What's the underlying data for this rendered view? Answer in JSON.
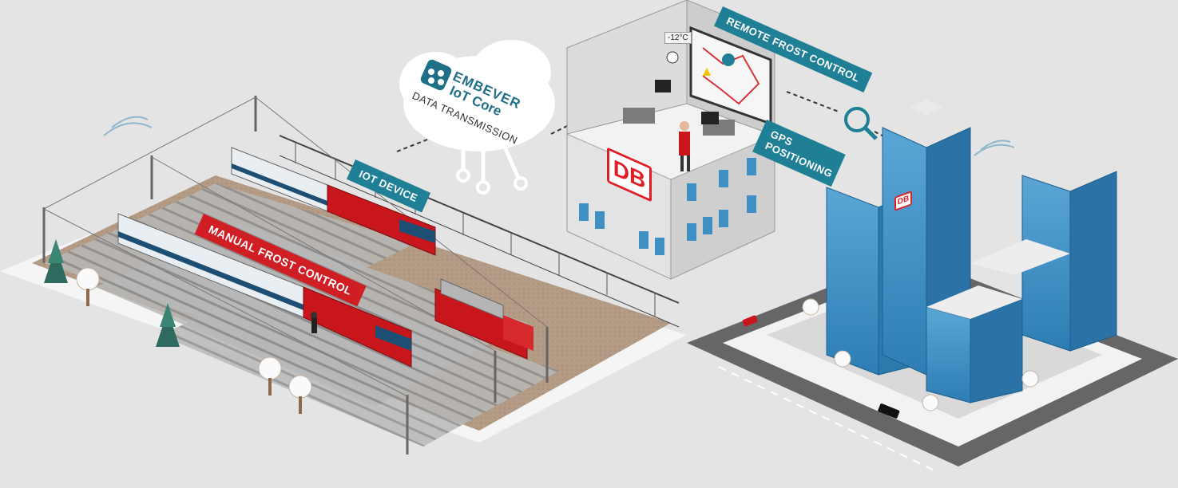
{
  "labels": {
    "brand_line1": "EMBEVER",
    "brand_line2": "IoT Core",
    "data_transmission": "DATA TRANSMISSION",
    "iot_device": "IOT DEVICE",
    "manual_frost_control": "MANUAL FROST CONTROL",
    "remote_frost_control": "REMOTE FROST CONTROL",
    "gps_positioning": "GPS POSITIONING",
    "db_logo": "DB",
    "temperature": "-12°C"
  },
  "colors": {
    "background": "#e4e4e4",
    "callout_teal": "#1f7f95",
    "callout_red": "#cf1f25",
    "train_red": "#c8161c",
    "building_blue": "#3d8fc4"
  },
  "icons": [
    "cloud-icon",
    "embever-logo-icon",
    "magnifier-icon",
    "warning-icon",
    "clock-icon",
    "snowflake-icon"
  ]
}
